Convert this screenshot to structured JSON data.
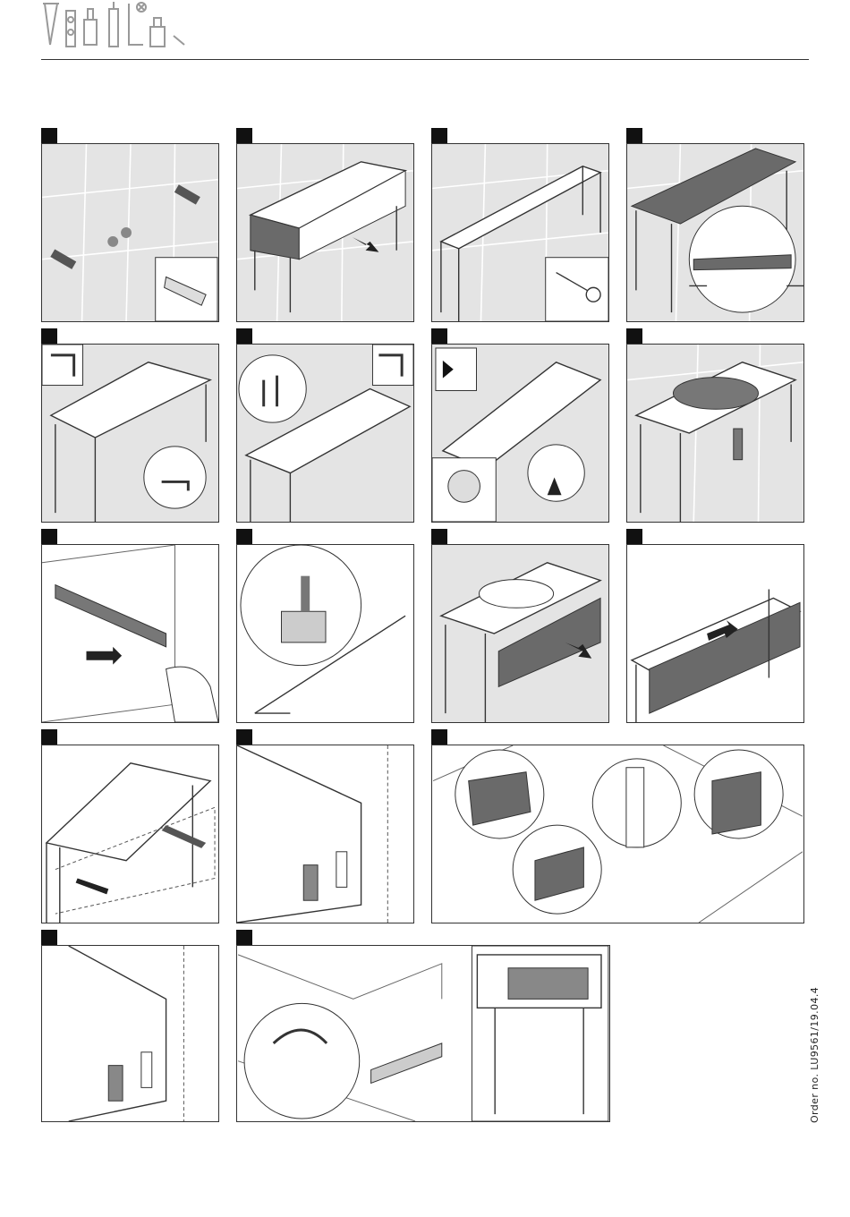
{
  "header": {
    "logo_icon": "villeroy-boch-tools-logo"
  },
  "footer": {
    "order_number": "Order no. LU9561/19.04.4"
  },
  "steps": [
    {
      "id": "step-1",
      "icon": "wall-anchors-icon"
    },
    {
      "id": "step-2",
      "icon": "frame-insert-icon"
    },
    {
      "id": "step-3",
      "icon": "screw-frame-icon"
    },
    {
      "id": "step-4",
      "icon": "countertop-placement-icon"
    },
    {
      "id": "step-5",
      "icon": "level-adjust-icon"
    },
    {
      "id": "step-6",
      "icon": "allen-key-icon"
    },
    {
      "id": "step-7",
      "icon": "manual-reference-icon"
    },
    {
      "id": "step-8",
      "icon": "basin-mount-icon"
    },
    {
      "id": "step-9",
      "icon": "drawer-runner-icon"
    },
    {
      "id": "step-10",
      "icon": "runner-clip-icon"
    },
    {
      "id": "step-11",
      "icon": "drawer-insert-icon"
    },
    {
      "id": "step-12",
      "icon": "drawer-close-icon"
    },
    {
      "id": "step-13",
      "icon": "runner-remove-icon"
    },
    {
      "id": "step-14",
      "icon": "side-adjust-icon"
    },
    {
      "id": "step-15",
      "icon": "front-adjust-icon"
    },
    {
      "id": "step-16",
      "icon": "side-adjust-icon"
    },
    {
      "id": "step-17",
      "icon": "depth-adjust-icon"
    }
  ]
}
